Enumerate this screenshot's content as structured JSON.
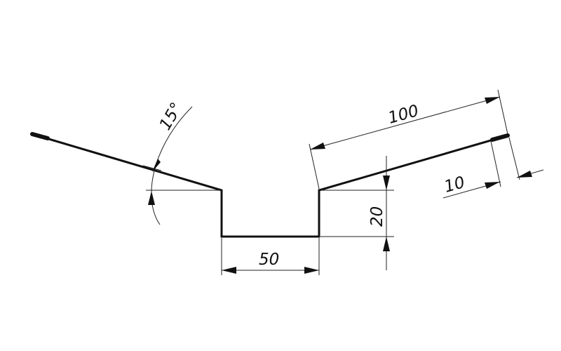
{
  "dimensions": {
    "bottom_width": "50",
    "depth": "20",
    "flange_length": "100",
    "end_hem": "10",
    "bend_angle": "15°"
  },
  "colors": {
    "line": "#111111",
    "background": "#ffffff"
  }
}
